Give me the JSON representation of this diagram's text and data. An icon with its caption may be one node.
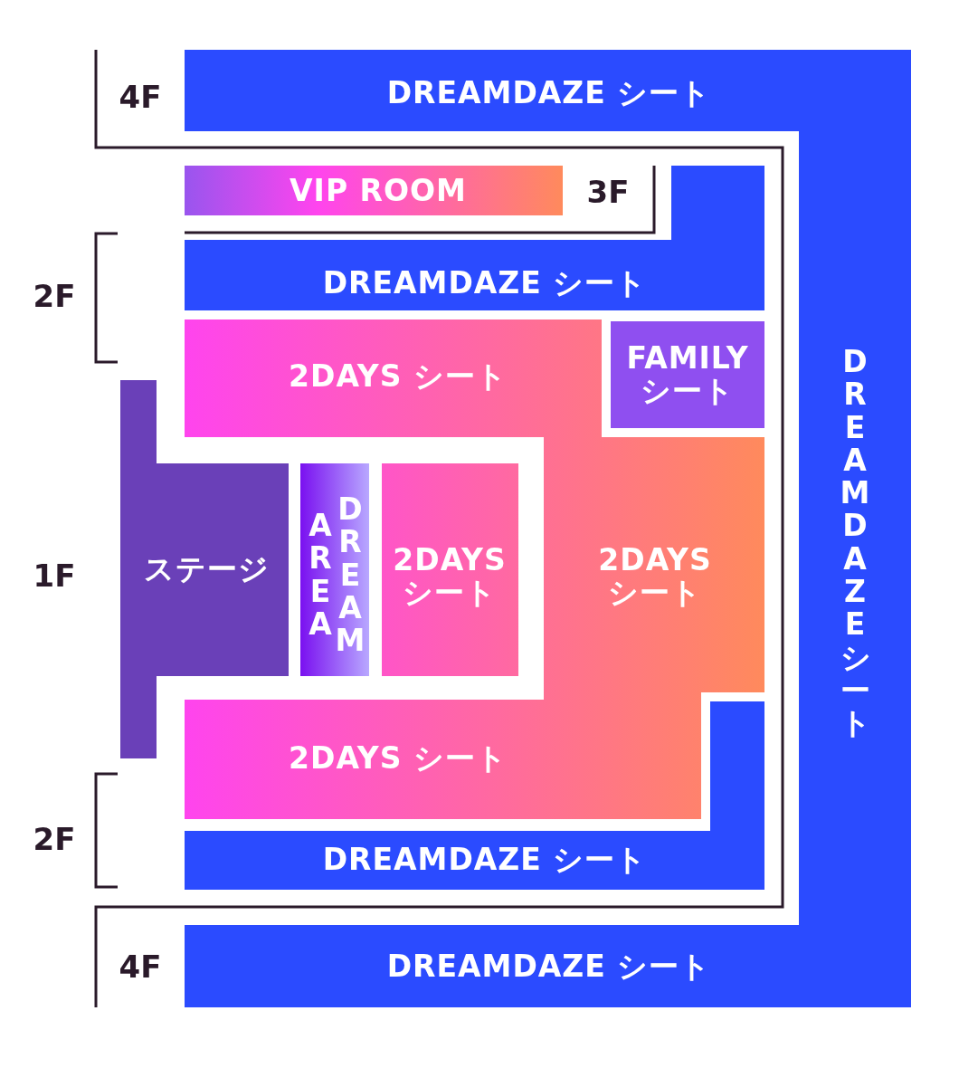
{
  "diagram": {
    "nodes": [
      {
        "text": [
          "DREAMDAZE シート"
        ]
      },
      {
        "text": [
          "VIP ROOM"
        ]
      },
      {
        "text": [
          "DREAMDAZE シート"
        ]
      },
      {
        "text": [
          "2DAYS シート",
          "2DAYS シート",
          "2DAYS シート"
        ]
      },
      {
        "text": [
          "FAMILY シート"
        ]
      },
      {
        "text": [
          "DREAMDAZE シート"
        ]
      },
      {
        "text": [
          "ステージ"
        ]
      },
      {
        "text": [
          "AREA",
          "DREAM"
        ]
      },
      {
        "text": [
          "2DAYS シート"
        ]
      },
      {
        "text": [
          "DREAMDAZE シート"
        ]
      },
      {
        "text": [
          "DREAMDAZE シート"
        ]
      }
    ],
    "labels": [
      "4F",
      "3F",
      "2F",
      "1F",
      "2F",
      "4F"
    ]
  }
}
